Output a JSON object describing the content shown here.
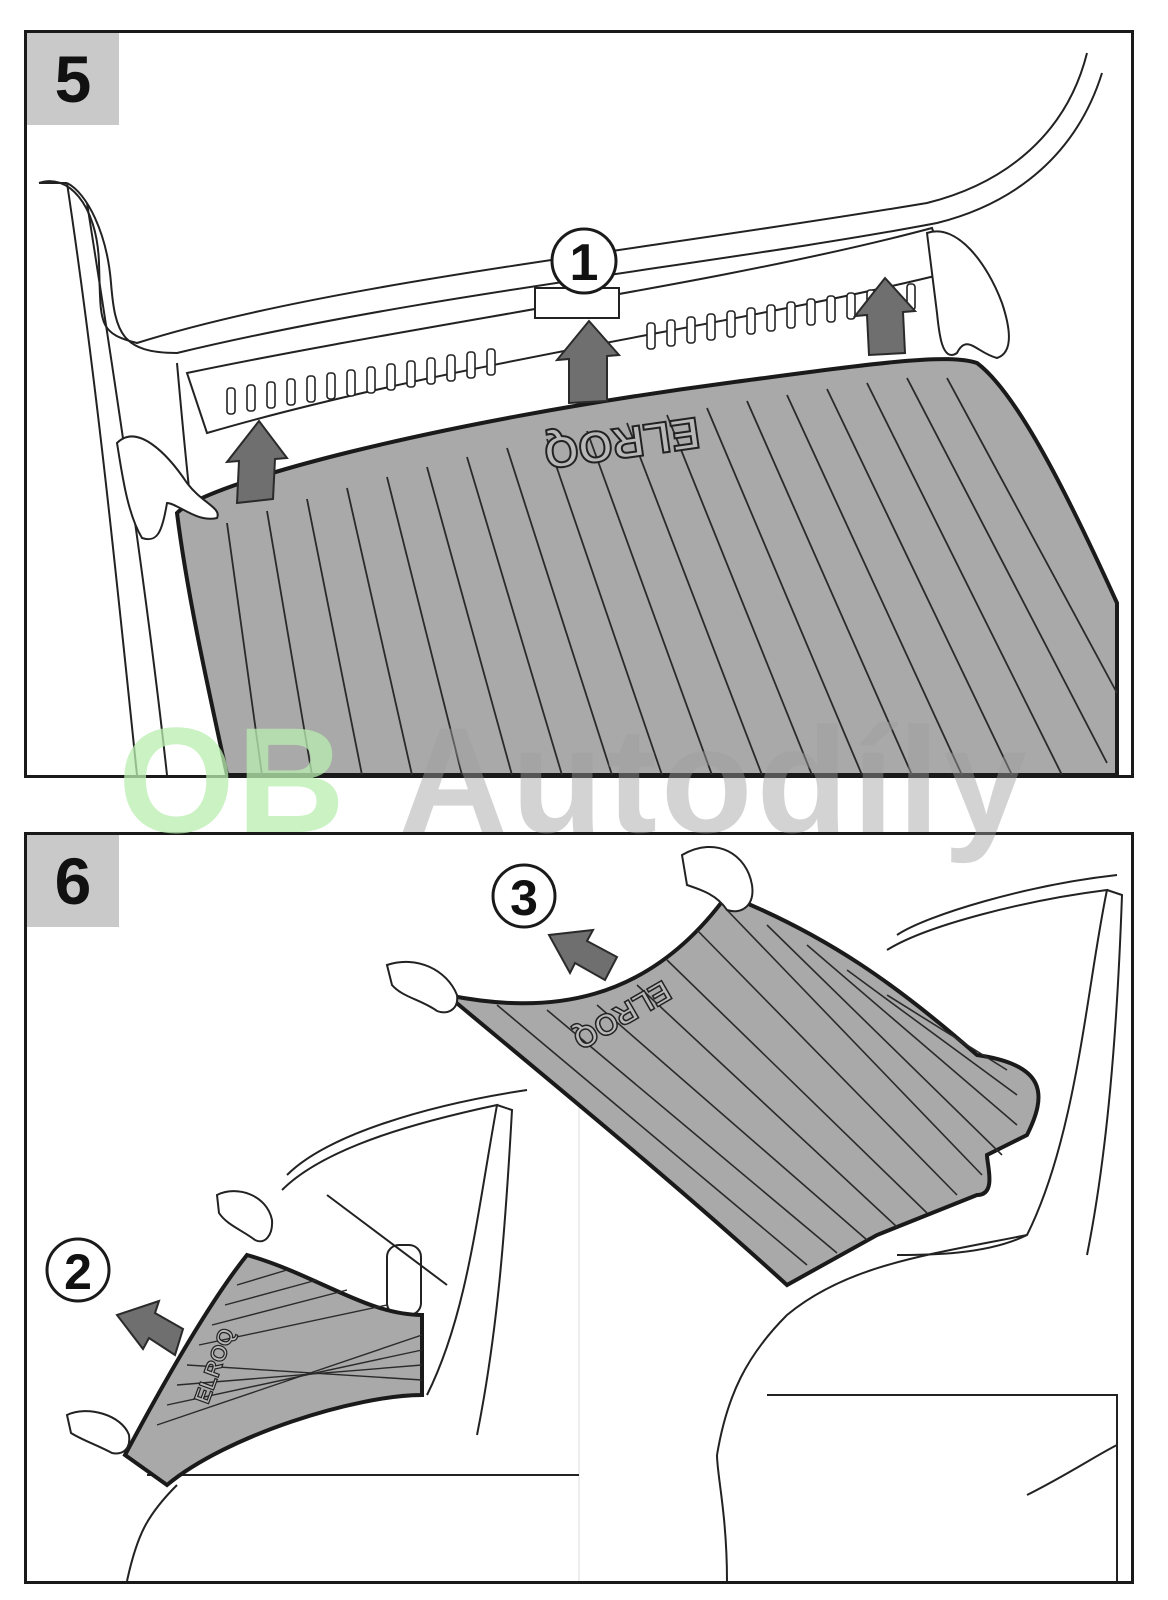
{
  "panels": [
    {
      "step": "5",
      "callouts": [
        "1"
      ]
    },
    {
      "step": "6",
      "callouts": [
        "2",
        "3"
      ]
    }
  ],
  "mat_logo_text": "ELROQ",
  "watermark": {
    "part1": "OB",
    "part2": "Autodíly"
  },
  "colors": {
    "frame": "#1a1a1a",
    "badge": "#c9c9c9",
    "mat": "#a9a9a9",
    "arrow": "#6f6f6f",
    "watermark_green": "#b9eeb0",
    "watermark_gray": "#9e9e9e"
  }
}
